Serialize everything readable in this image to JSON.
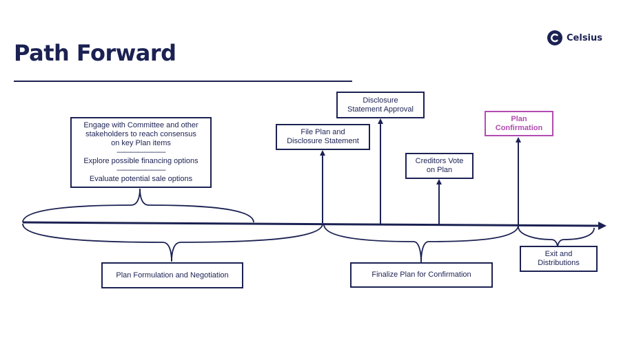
{
  "header": {
    "title": "Path Forward",
    "logo_text": "Celsius"
  },
  "boxes": {
    "engage": {
      "line1": "Engage with Committee and other",
      "line2": "stakeholders to reach consensus",
      "line3": "on key Plan items",
      "sep1": "———————",
      "line4": "Explore possible financing options",
      "sep2": "———————",
      "line5": "Evaluate potential sale options"
    },
    "file_plan": {
      "line1": "File Plan and",
      "line2": "Disclosure Statement"
    },
    "disclosure_approval": {
      "line1": "Disclosure",
      "line2": "Statement Approval"
    },
    "creditors_vote": {
      "line1": "Creditors Vote",
      "line2": "on Plan"
    },
    "plan_confirmation": {
      "line1": "Plan",
      "line2": "Confirmation"
    },
    "plan_formulation": {
      "line1": "Plan Formulation and Negotiation"
    },
    "finalize_plan": {
      "line1": "Finalize Plan for Confirmation"
    },
    "exit": {
      "line1": "Exit and",
      "line2": "Distributions"
    }
  },
  "colors": {
    "navy": "#1b2152",
    "accent": "#b24bb1"
  }
}
